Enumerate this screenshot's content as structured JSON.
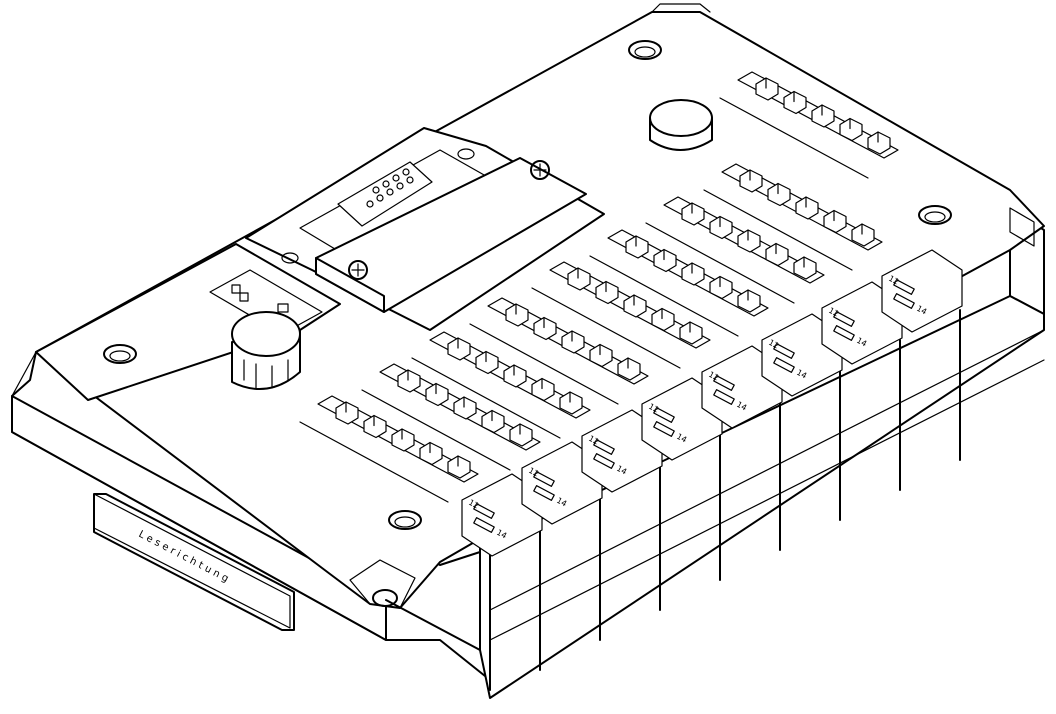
{
  "diagram": {
    "label_plate_text": "Leserichtung",
    "port_marks": {
      "upper": "12",
      "lower": "14"
    },
    "valve_positions": 8,
    "pins_per_contact_strip": 5
  }
}
